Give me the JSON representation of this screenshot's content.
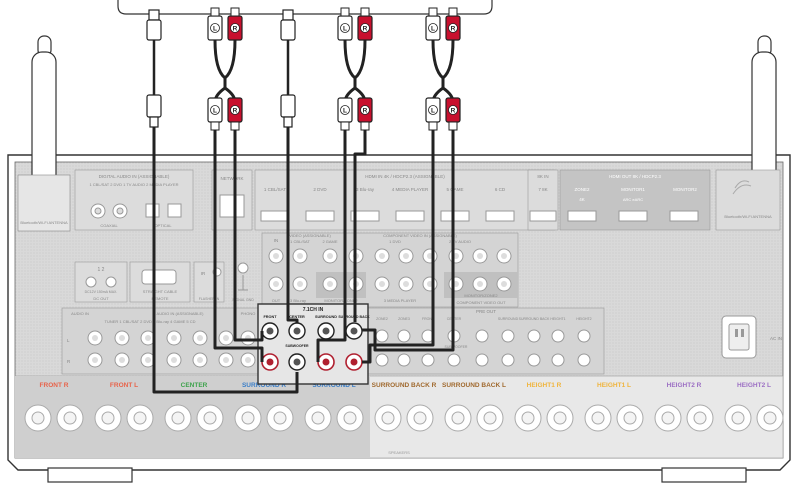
{
  "antenna_left_label": "Bluetooth/Wi-Fi ANTENNA",
  "antenna_right_label": "Bluetooth/Wi-Fi ANTENNA",
  "digital_audio": {
    "title": "DIGITAL AUDIO IN (ASSIGNABLE)",
    "sub": "1 CBL/SAT  2 DVD  1 TV AUDIO  2 MEDIA PLAYER",
    "coaxial": "COAXIAL",
    "optical": "OPTICAL"
  },
  "network": "NETWORK",
  "hdmi_in": {
    "title": "HDMI IN  4K / HDCP2.3  (ASSIGNABLE)",
    "slots": [
      "1 CBL/SAT",
      "2 DVD",
      "3 Blu-ray",
      "4 MEDIA PLAYER",
      "5 GAME",
      "6 CD",
      "7 8K"
    ]
  },
  "hdmi_8k": "8K IN",
  "hdmi_out": {
    "title": "HDMI OUT  8K / HDCP2.3",
    "zone2": "ZONE2",
    "zone2_sub": "4K",
    "monitor1": "MONITOR1",
    "monitor1_sub": "ARC eARC",
    "monitor2": "MONITOR2"
  },
  "dc_out": {
    "left": "1   2",
    "sub": "DC OUT",
    "spec": "DC12V 150mA MAX."
  },
  "straight_cable": "STRAIGHT CABLE",
  "remote": "REMOTE",
  "flasher_in": "FLASHER IN",
  "ir": "IR",
  "setup_mic": "SIGNAL GND",
  "video_section": {
    "in": "IN",
    "video": "VIDEO (ASSIGNABLE)",
    "cbl": "1 CBL/SAT",
    "game": "2 GAME",
    "component": "COMPONENT VIDEO IN (ASSIGNABLE)",
    "dvd": "1 DVD",
    "tv": "2 TV AUDIO",
    "out": "OUT",
    "bluray": "3 Blu-ray",
    "monitor_zone2": "MONITOR/ZONE2",
    "media_player": "3 MEDIA PLAYER",
    "monitor_zone2b": "MONITOR/ZONE2",
    "component_out": "COMPONENT VIDEO OUT"
  },
  "audio_in": {
    "title": "AUDIO IN",
    "assignable": "AUDIO IN (ASSIGNABLE)",
    "sub": "TUNER  1 CBL/SAT  2 DVD  3 Blu-ray  4 GAME  5 CD",
    "phono": "PHONO",
    "l": "L",
    "r": "R"
  },
  "ch71": {
    "title": "7.1CH IN",
    "front": "FRONT",
    "center": "CENTER",
    "surround": "SURROUND",
    "surround_back": "SURROUND BACK",
    "subwoofer": "SUBWOOFER"
  },
  "pre_out": {
    "title": "PRE OUT",
    "items": [
      "ZONE2",
      "ZONE3",
      "FRONT",
      "CENTER",
      "SUBWOOFER",
      "SURROUND",
      "SURROUND BACK",
      "HEIGHT1",
      "HEIGHT2"
    ]
  },
  "ac_in": "AC IN",
  "speakers": {
    "labels": [
      "FRONT R",
      "FRONT L",
      "CENTER",
      "SURROUND R",
      "SURROUND L",
      "SURROUND BACK R",
      "SURROUND BACK L",
      "HEIGHT1 R",
      "HEIGHT1 L",
      "HEIGHT2 R",
      "HEIGHT2 L"
    ],
    "footer": "SPEAKERS",
    "colors": [
      "#e8634a",
      "#e8634a",
      "#3fa34d",
      "#3a7ec8",
      "#3a7ec8",
      "#a0692e",
      "#a0692e",
      "#f0b43c",
      "#f0b43c",
      "#9c6fc4",
      "#9c6fc4"
    ]
  },
  "plugs": [
    "L",
    "R",
    "L",
    "R",
    "L",
    "R"
  ]
}
